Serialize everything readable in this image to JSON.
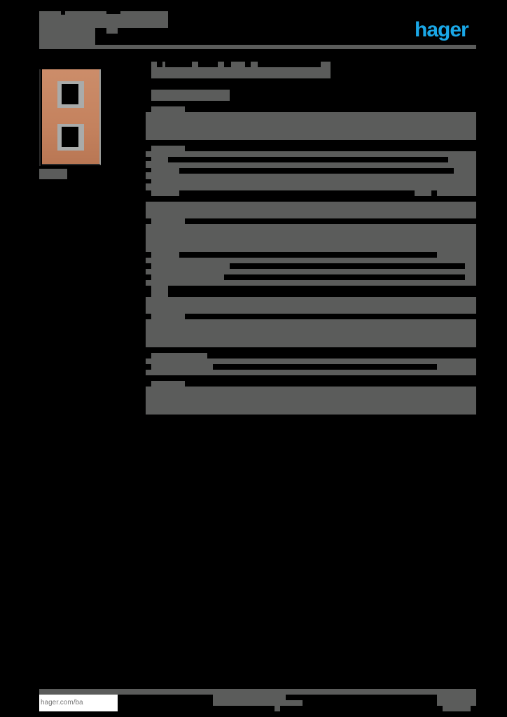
{
  "header": {
    "brand_logo_text": "hager",
    "brand_color": "#1aa7e6",
    "title_masked": true,
    "rule_color": "#5b5c5b"
  },
  "product": {
    "image_alt": "copper double cover plate, vertical, 2 openings",
    "plate_color": "#c98a66",
    "frame_color": "#a9abaa",
    "reference_masked": true
  },
  "main": {
    "title_masked": true,
    "subtitle_masked": true,
    "sections": [
      {
        "name": "section-1",
        "heading_masked": true,
        "body_masked": true
      },
      {
        "name": "section-2",
        "heading_masked": true,
        "body_masked": true
      },
      {
        "name": "section-3",
        "heading_masked": true,
        "body_masked": true
      },
      {
        "name": "section-4",
        "heading_masked": true,
        "body_masked": true
      },
      {
        "name": "section-5",
        "heading_masked": true,
        "body_masked": true
      },
      {
        "name": "section-6",
        "heading_masked": true,
        "body_masked": true
      },
      {
        "name": "section-7",
        "heading_masked": true,
        "body_masked": true
      }
    ]
  },
  "footer": {
    "website_link": "hager.com/ba",
    "center_masked": true,
    "page_info_masked": true
  },
  "colors": {
    "background": "#000000",
    "mask_gray": "#5b5c5b"
  }
}
